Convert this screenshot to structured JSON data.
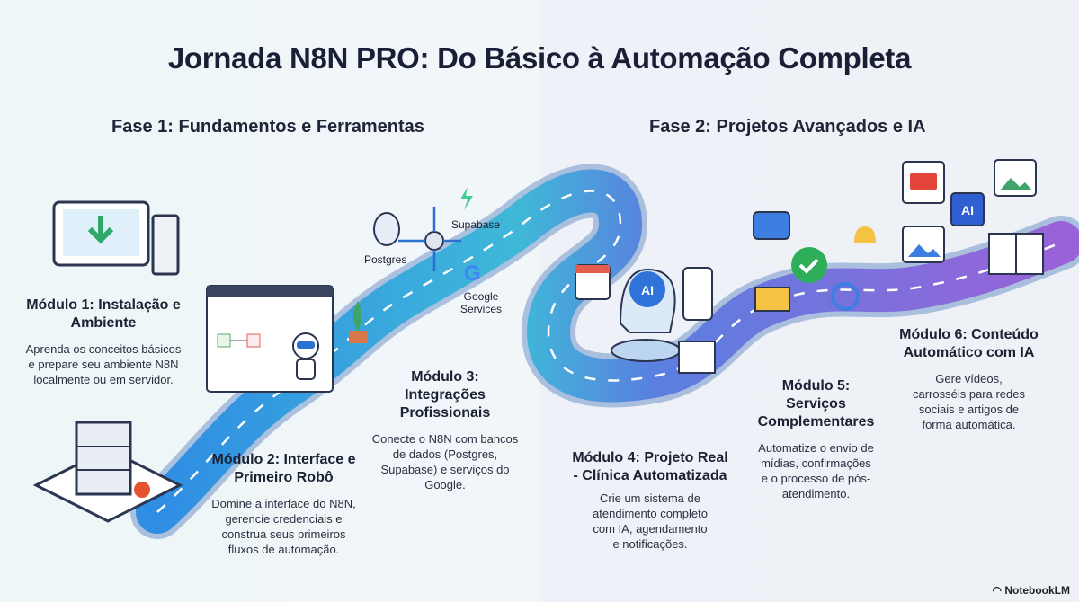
{
  "title": "Jornada N8N PRO: Do Básico à Automação Completa",
  "phases": [
    {
      "label": "Fase 1: Fundamentos e Ferramentas"
    },
    {
      "label": "Fase 2: Projetos Avançados e IA"
    }
  ],
  "modules": [
    {
      "title": "Módulo 1: Instalação e Ambiente",
      "desc": "Aprenda os conceitos básicos e prepare seu ambiente N8N localmente ou em servidor."
    },
    {
      "title": "Módulo 2: Interface e Primeiro Robô",
      "desc": "Domine a interface do N8N, gerencie credenciais e construa seus primeiros fluxos de automação."
    },
    {
      "title": "Módulo 3: Integrações Profissionais",
      "desc": "Conecte o N8N com bancos de dados (Postgres, Supabase) e serviços do Google."
    },
    {
      "title": "Módulo 4: Projeto Real - Clínica Automatizada",
      "desc": "Crie um sistema de atendimento completo com IA, agendamento e notificações."
    },
    {
      "title": "Módulo 5: Serviços Complementares",
      "desc": "Automatize o envio de mídias, confirmações e o processo de pós-atendimento."
    },
    {
      "title": "Módulo 6: Conteúdo Automático com IA",
      "desc": "Gere vídeos, carrosséis para redes sociais e artigos de forma automática."
    }
  ],
  "integrations": {
    "postgres": "Postgres",
    "supabase": "Supabase",
    "google": "Google Services"
  },
  "ai_badge": "AI",
  "brand": "NotebookLM",
  "colors": {
    "road_start": "#2f8de4",
    "road_end": "#8a5fd6",
    "title": "#1a1f36"
  }
}
